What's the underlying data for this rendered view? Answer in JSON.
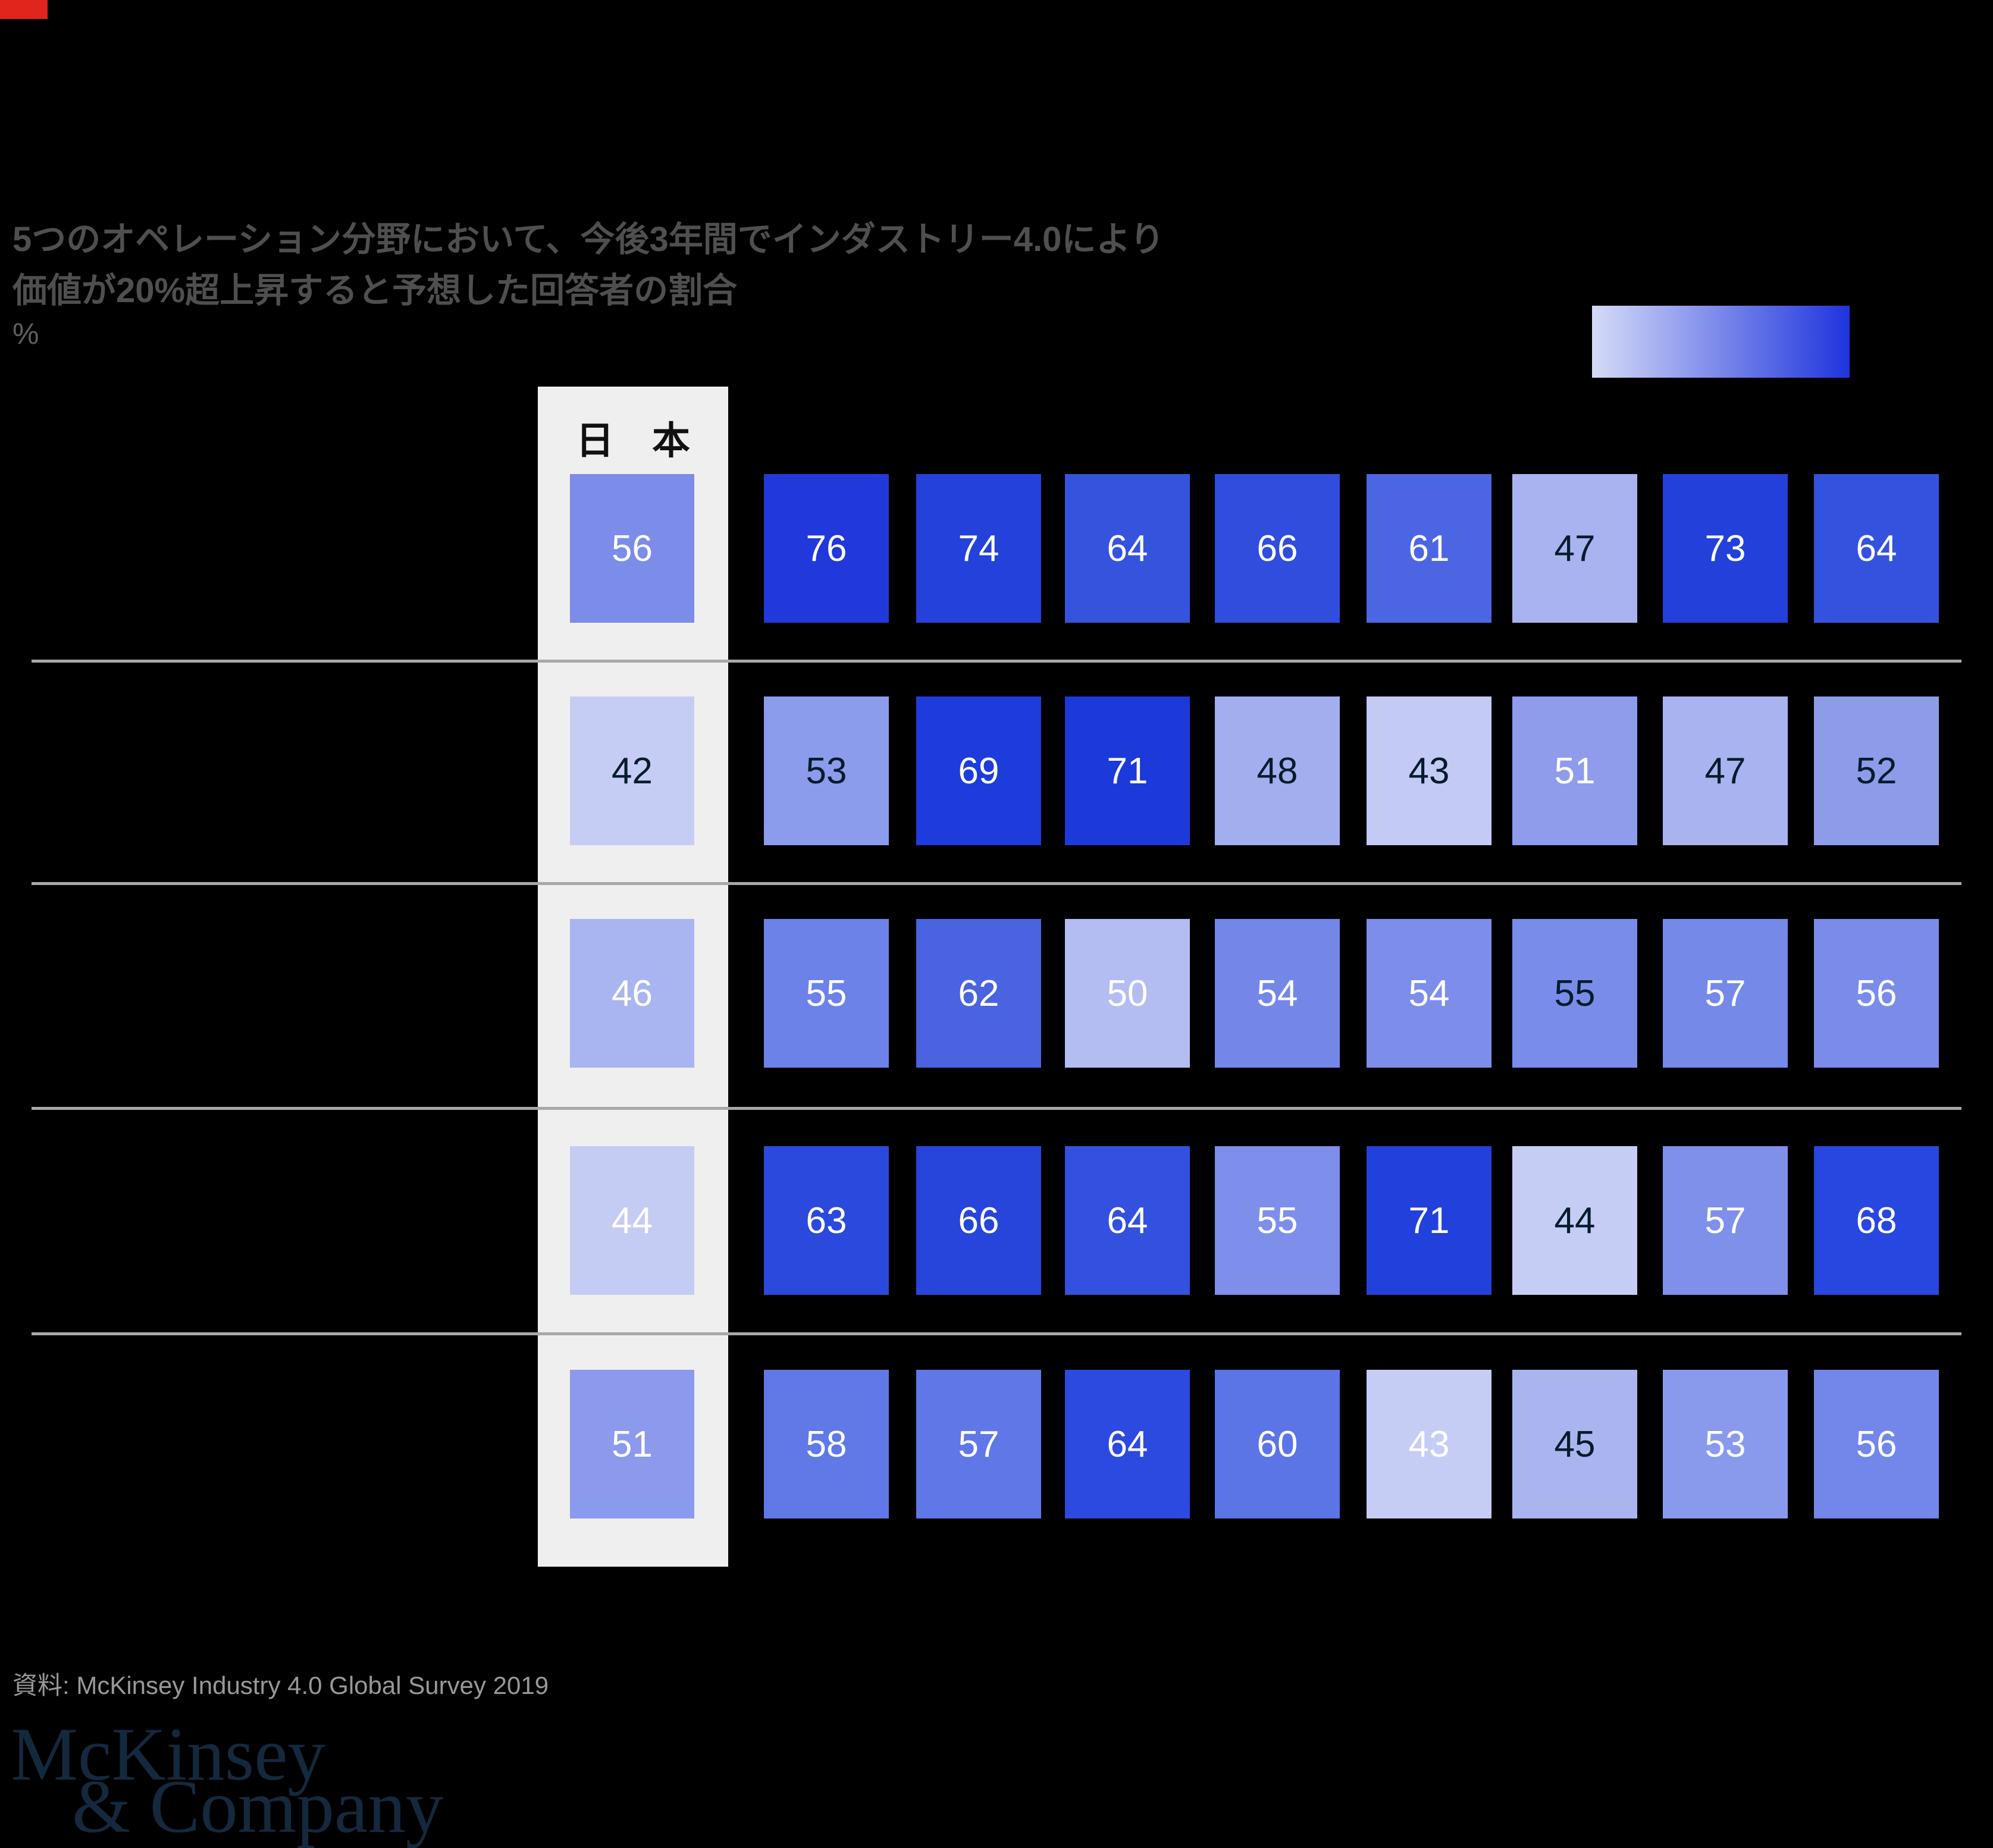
{
  "page": {
    "background": "#000000",
    "corner_tag_color": "#e0251c"
  },
  "header": {
    "title_line1": "5つのオペレーション分野において、今後3年間でインダストリー4.0により",
    "title_line2": "価値が20%超上昇すると予想した回答者の割合",
    "unit_label": "%"
  },
  "legend": {
    "gradient_start": "#d5dbf7",
    "gradient_end": "#1e34dd"
  },
  "japan_column": {
    "header": "日　本",
    "band_color": "#efefef"
  },
  "chart_data": {
    "type": "heatmap",
    "title": "5つのオペレーション分野において、今後3年間でインダストリー4.0により価値が20%超上昇すると予想した回答者の割合",
    "unit": "%",
    "first_column_header": "日　本",
    "row_count": 5,
    "col_count": 9,
    "legend": {
      "low_color": "#d5dbf7",
      "high_color": "#1e34dd"
    },
    "rows": [
      {
        "japan": {
          "v": 56,
          "bg": "#7b8ce9",
          "fg": "#ffffff"
        },
        "cells": [
          {
            "v": 76,
            "bg": "#2138da",
            "fg": "#ffffff"
          },
          {
            "v": 74,
            "bg": "#2541db",
            "fg": "#ffffff"
          },
          {
            "v": 64,
            "bg": "#3653de",
            "fg": "#ffffff"
          },
          {
            "v": 66,
            "bg": "#304ddd",
            "fg": "#ffffff"
          },
          {
            "v": 61,
            "bg": "#4c66e3",
            "fg": "#ffffff"
          },
          {
            "v": 47,
            "bg": "#a9b3ef",
            "fg": "#051c2c"
          },
          {
            "v": 73,
            "bg": "#2340da",
            "fg": "#ffffff"
          },
          {
            "v": 64,
            "bg": "#3552de",
            "fg": "#ffffff"
          }
        ]
      },
      {
        "japan": {
          "v": 42,
          "bg": "#c6cdf5",
          "fg": "#051c2c"
        },
        "cells": [
          {
            "v": 53,
            "bg": "#8c9ced",
            "fg": "#051c2c"
          },
          {
            "v": 69,
            "bg": "#1e3cdb",
            "fg": "#ffffff"
          },
          {
            "v": 71,
            "bg": "#1c39da",
            "fg": "#ffffff"
          },
          {
            "v": 48,
            "bg": "#a3aeee",
            "fg": "#051c2c"
          },
          {
            "v": 43,
            "bg": "#c3cbf4",
            "fg": "#051c2c"
          },
          {
            "v": 51,
            "bg": "#8e9ceb",
            "fg": "#ffffff"
          },
          {
            "v": 47,
            "bg": "#a9b3ef",
            "fg": "#051c2c"
          },
          {
            "v": 52,
            "bg": "#8d9ce9",
            "fg": "#051c2c"
          }
        ]
      },
      {
        "japan": {
          "v": 46,
          "bg": "#a9b5f0",
          "fg": "#ffffff"
        },
        "cells": [
          {
            "v": 55,
            "bg": "#6d82e8",
            "fg": "#ffffff"
          },
          {
            "v": 62,
            "bg": "#4a63e0",
            "fg": "#ffffff"
          },
          {
            "v": 50,
            "bg": "#b3bdf1",
            "fg": "#ffffff"
          },
          {
            "v": 54,
            "bg": "#7487e9",
            "fg": "#ffffff"
          },
          {
            "v": 54,
            "bg": "#7d8eea",
            "fg": "#ffffff"
          },
          {
            "v": 55,
            "bg": "#7a8ce9",
            "fg": "#051c2c"
          },
          {
            "v": 57,
            "bg": "#7589e9",
            "fg": "#ffffff"
          },
          {
            "v": 56,
            "bg": "#7b8bea",
            "fg": "#ffffff"
          }
        ]
      },
      {
        "japan": {
          "v": 44,
          "bg": "#c4ccf4",
          "fg": "#ffffff"
        },
        "cells": [
          {
            "v": 63,
            "bg": "#2b49dc",
            "fg": "#ffffff"
          },
          {
            "v": 66,
            "bg": "#2745db",
            "fg": "#ffffff"
          },
          {
            "v": 64,
            "bg": "#3350de",
            "fg": "#ffffff"
          },
          {
            "v": 55,
            "bg": "#7d8fea",
            "fg": "#ffffff"
          },
          {
            "v": 71,
            "bg": "#2240dc",
            "fg": "#ffffff"
          },
          {
            "v": 44,
            "bg": "#c6cdf5",
            "fg": "#051c2c"
          },
          {
            "v": 57,
            "bg": "#7e90ea",
            "fg": "#ffffff"
          },
          {
            "v": 68,
            "bg": "#2846e0",
            "fg": "#ffffff"
          }
        ]
      },
      {
        "japan": {
          "v": 51,
          "bg": "#8b9aec",
          "fg": "#ffffff"
        },
        "cells": [
          {
            "v": 58,
            "bg": "#6079e6",
            "fg": "#ffffff"
          },
          {
            "v": 57,
            "bg": "#6077e7",
            "fg": "#ffffff"
          },
          {
            "v": 64,
            "bg": "#2c49e0",
            "fg": "#ffffff"
          },
          {
            "v": 60,
            "bg": "#5b74e6",
            "fg": "#ffffff"
          },
          {
            "v": 43,
            "bg": "#c6cdf5",
            "fg": "#ffffff"
          },
          {
            "v": 45,
            "bg": "#aab5f0",
            "fg": "#051c2c"
          },
          {
            "v": 53,
            "bg": "#8999ec",
            "fg": "#ffffff"
          },
          {
            "v": 56,
            "bg": "#7287e9",
            "fg": "#ffffff"
          }
        ]
      }
    ]
  },
  "footer": {
    "source": "資料: McKinsey Industry 4.0 Global Survey 2019",
    "logo_line1": "McKinsey",
    "logo_line2": "& Company"
  }
}
